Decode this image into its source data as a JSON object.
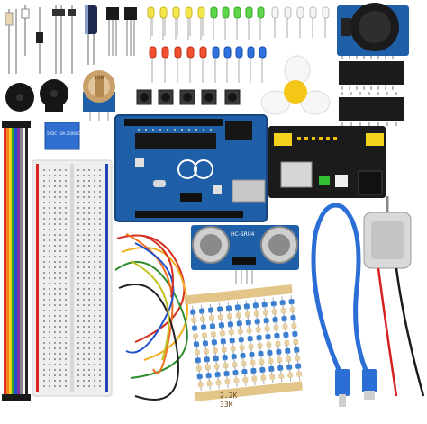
{
  "image": {
    "scene": "Arduino starter kit components on white background",
    "colors": {
      "pcb_blue": "#1f5fa8",
      "pcb_dark": "#17457c",
      "breadboard": "#eeeeee",
      "wire_red": "#d62020",
      "wire_blue": "#2060c0",
      "usb_blue": "#2b6fd6",
      "ps_black": "#1b1b1b"
    }
  },
  "labels": {
    "relay_text": "5VDC 10A 250VAC",
    "sonar_text": "HC-SR04",
    "pot_text": "10K",
    "resistor_band_text": "2.2K",
    "resistor_band_text2": "33K"
  }
}
